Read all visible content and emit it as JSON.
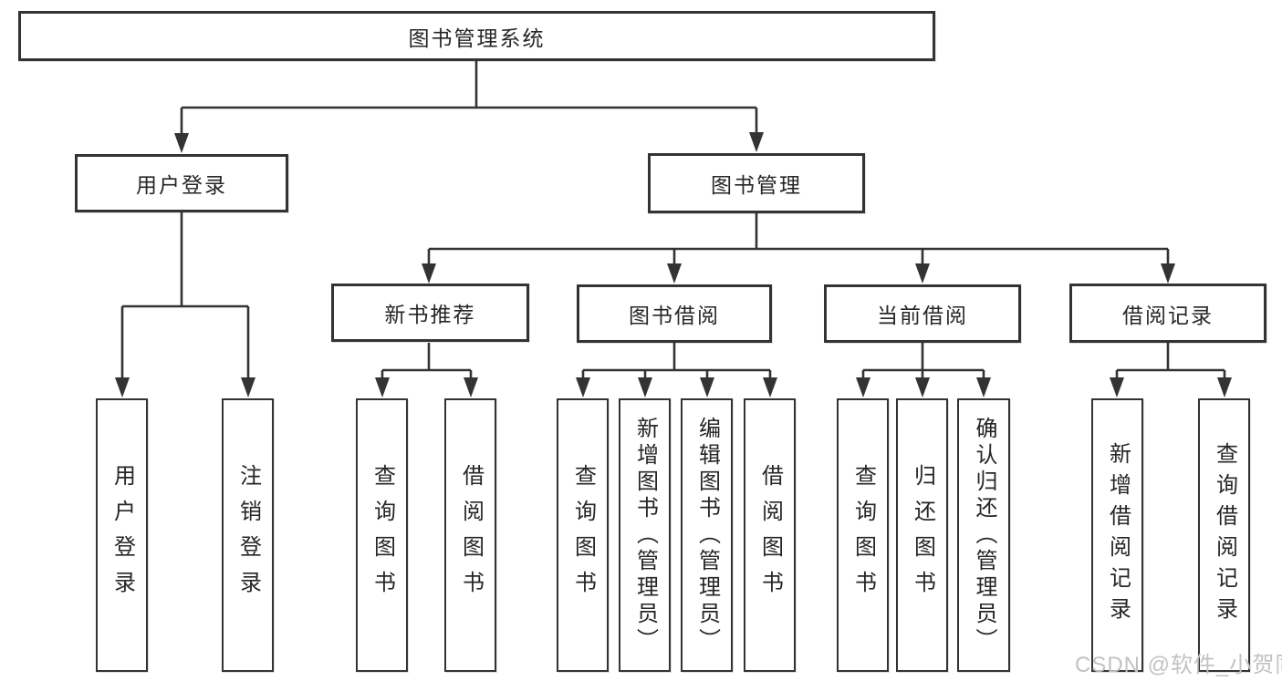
{
  "diagram": {
    "root": {
      "label": "图书管理系统"
    },
    "branches": [
      {
        "label": "用户登录",
        "leaves": [
          {
            "label": "用户登录"
          },
          {
            "label": "注销登录"
          }
        ]
      },
      {
        "label": "图书管理",
        "sections": [
          {
            "label": "新书推荐",
            "leaves": [
              {
                "label": "查询图书"
              },
              {
                "label": "借阅图书"
              }
            ]
          },
          {
            "label": "图书借阅",
            "leaves": [
              {
                "label": "查询图书"
              },
              {
                "label": "新增图书（管理员）"
              },
              {
                "label": "编辑图书（管理员）"
              },
              {
                "label": "借阅图书"
              }
            ]
          },
          {
            "label": "当前借阅",
            "leaves": [
              {
                "label": "查询图书"
              },
              {
                "label": "归还图书"
              },
              {
                "label": "确认归还（管理员）"
              }
            ]
          },
          {
            "label": "借阅记录",
            "leaves": [
              {
                "label": "新增借阅记录"
              },
              {
                "label": "查询借阅记录"
              }
            ]
          }
        ]
      }
    ]
  },
  "watermark": "CSDN @软件_小贺同学",
  "colors": {
    "line": "#333333",
    "text": "#262626",
    "watermark": "#c2c2c2",
    "background": "#ffffff"
  }
}
